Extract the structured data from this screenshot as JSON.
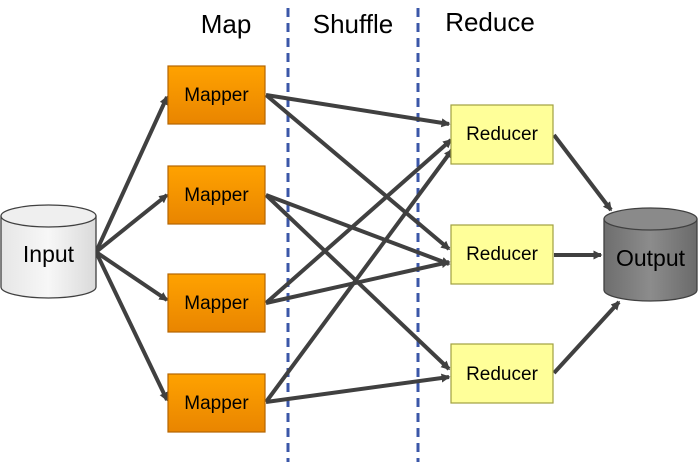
{
  "phases": {
    "map": "Map",
    "shuffle": "Shuffle",
    "reduce": "Reduce"
  },
  "input": {
    "label": "Input"
  },
  "output": {
    "label": "Output"
  },
  "mappers": [
    {
      "label": "Mapper"
    },
    {
      "label": "Mapper"
    },
    {
      "label": "Mapper"
    },
    {
      "label": "Mapper"
    }
  ],
  "reducers": [
    {
      "label": "Reducer"
    },
    {
      "label": "Reducer"
    },
    {
      "label": "Reducer"
    }
  ],
  "colors": {
    "mapper_fill_top": "#FFA200",
    "mapper_fill_bottom": "#E98500",
    "mapper_stroke": "#B56500",
    "reducer_fill": "#FFFF99",
    "reducer_stroke": "#A0A040",
    "input_fill": "#F2F2F2",
    "output_fill": "#7F7F7F",
    "arrow": "#404040",
    "divider": "#3B57A8"
  }
}
